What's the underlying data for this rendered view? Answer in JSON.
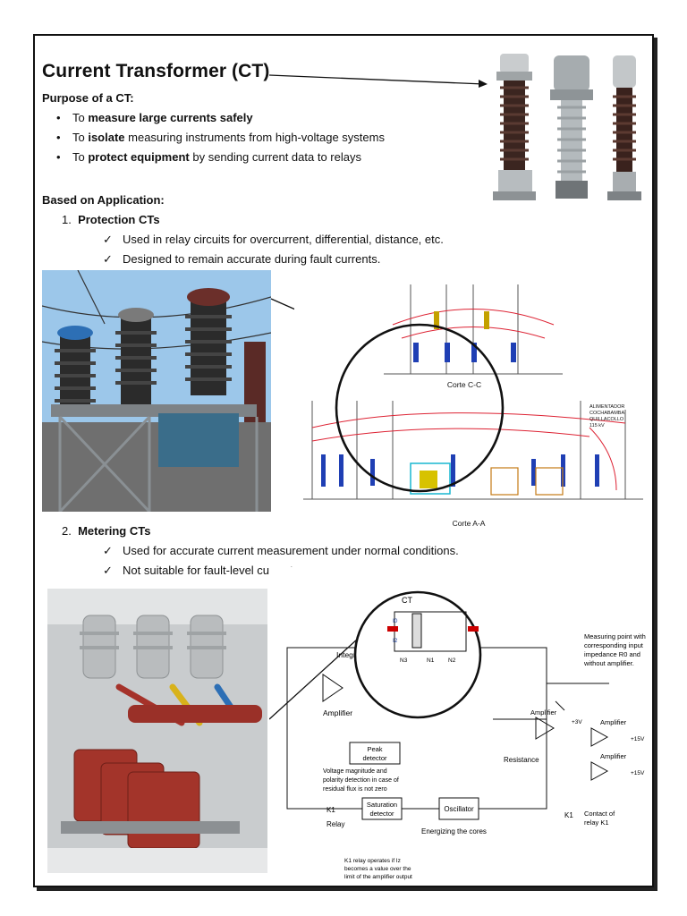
{
  "title": "Current Transformer (CT)",
  "purpose": {
    "heading": "Purpose of a CT:",
    "items": [
      {
        "pre": "To ",
        "bold": "measure large currents safely",
        "post": ""
      },
      {
        "pre": "To ",
        "bold": "isolate",
        "post": " measuring instruments from high-voltage systems"
      },
      {
        "pre": "To ",
        "bold": "protect equipment",
        "post": " by sending current data to relays"
      }
    ]
  },
  "application": {
    "heading": "Based on Application:",
    "protection": {
      "number": "1.",
      "label": "Protection CTs",
      "points": [
        "Used in relay circuits for overcurrent, differential, distance, etc.",
        "Designed to remain accurate during fault currents."
      ]
    },
    "metering": {
      "number": "2.",
      "label": "Metering CTs",
      "points": [
        "Used for accurate current measurement under normal conditions.",
        "Not suitable for fault-level currents."
      ]
    }
  },
  "check_mark": "✓",
  "bullet": "•",
  "substation_drawing": {
    "section_cc": "Corte C-C",
    "section_aa": "Corte A-A",
    "feeder_note": "ALIMENTADOR COCHABAMBA QUILLACOLLO 115 kV"
  },
  "circuit": {
    "ct": "CT",
    "integrator": "Integrator",
    "amplifier": "Amplifier",
    "peak_detector": "Peak detector",
    "flux_note": "Voltage magnitude and polarity detection in case of residual flux is not zero",
    "saturation_detector": "Saturation detector",
    "oscillator": "Oscillator",
    "energizing": "Energizing the cores",
    "k1": "K1",
    "relay": "Relay",
    "k1_note": "K1 relay operates if Iz becomes a value over the limit of the amplifier output",
    "resistance": "Resistance",
    "measuring_point": "Measuring point with corresponding input impedance R0 and without amplifier.",
    "plus15": "+15V",
    "plus3": "+3V",
    "contact": "Contact of relay K1",
    "k1b": "K1",
    "n3": "N3",
    "n1": "N1",
    "n2": "N2",
    "i0": "I0",
    "i2": "I2"
  },
  "colors": {
    "porcelain": "#4a2a22",
    "steel": "#9aa0a3",
    "ct_red": "#a3342a",
    "sky": "#9cc7ea",
    "blue_cap": "#2d6fb5"
  }
}
